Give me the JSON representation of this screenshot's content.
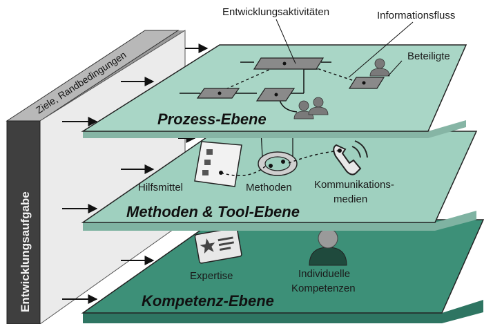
{
  "side_panel": {
    "front_label": "Entwicklungsaufgabe",
    "top_label": "Ziele, Randbedingungen"
  },
  "levels": {
    "process": {
      "name": "Prozess-Ebene",
      "labels": {
        "activities": "Entwicklungsaktivitäten",
        "info_flow": "Informationsfluss",
        "participants": "Beteiligte"
      },
      "color": "#a9d6c6"
    },
    "methods": {
      "name": "Methoden & Tool-Ebene",
      "labels": {
        "tools": "Hilfsmittel",
        "methods": "Methoden",
        "comm_line1": "Kommunikations-",
        "comm_line2": "medien"
      },
      "color": "#9fd0bf"
    },
    "competence": {
      "name": "Kompetenz-Ebene",
      "labels": {
        "expertise": "Expertise",
        "indiv_line1": "Individuelle",
        "indiv_line2": "Kompetenzen"
      },
      "color": "#3d9078"
    }
  }
}
